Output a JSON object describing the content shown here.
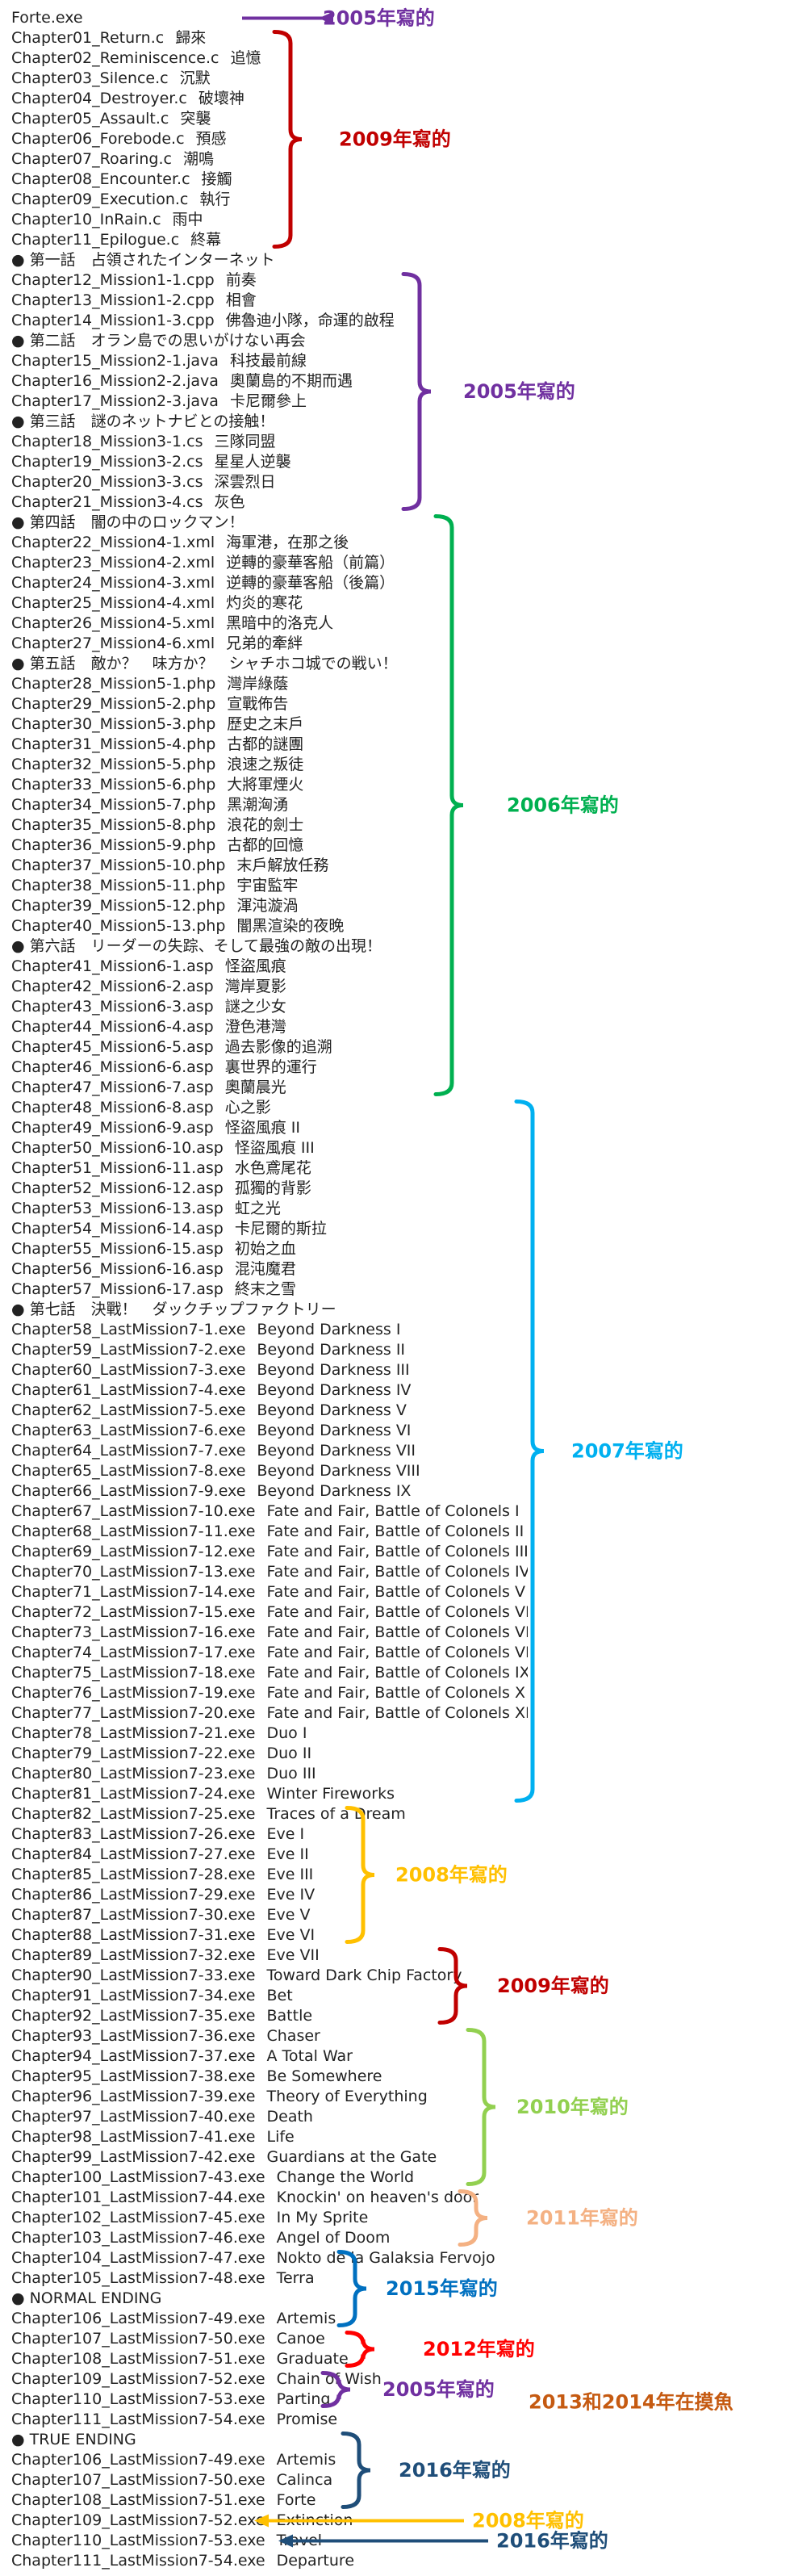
{
  "lines": [
    {
      "kind": "file",
      "file": "Forte.exe",
      "title": ""
    },
    {
      "kind": "file",
      "file": "Chapter01_Return.c",
      "title": "歸來"
    },
    {
      "kind": "file",
      "file": "Chapter02_Reminiscence.c",
      "title": "追憶"
    },
    {
      "kind": "file",
      "file": "Chapter03_Silence.c",
      "title": "沉默"
    },
    {
      "kind": "file",
      "file": "Chapter04_Destroyer.c",
      "title": "破壞神"
    },
    {
      "kind": "file",
      "file": "Chapter05_Assault.c",
      "title": "突襲"
    },
    {
      "kind": "file",
      "file": "Chapter06_Forebode.c",
      "title": "預感"
    },
    {
      "kind": "file",
      "file": "Chapter07_Roaring.c",
      "title": "潮鳴"
    },
    {
      "kind": "file",
      "file": "Chapter08_Encounter.c",
      "title": "接觸"
    },
    {
      "kind": "file",
      "file": "Chapter09_Execution.c",
      "title": "執行"
    },
    {
      "kind": "file",
      "file": "Chapter10_InRain.c",
      "title": "雨中"
    },
    {
      "kind": "file",
      "file": "Chapter11_Epilogue.c",
      "title": "終幕"
    },
    {
      "kind": "section",
      "text": "第一話　占領されたインターネット"
    },
    {
      "kind": "file",
      "file": "Chapter12_Mission1-1.cpp",
      "title": "前奏"
    },
    {
      "kind": "file",
      "file": "Chapter13_Mission1-2.cpp",
      "title": "相會"
    },
    {
      "kind": "file",
      "file": "Chapter14_Mission1-3.cpp",
      "title": "佛魯迪小隊，命運的啟程"
    },
    {
      "kind": "section",
      "text": "第二話　オラン島での思いがけない再会"
    },
    {
      "kind": "file",
      "file": "Chapter15_Mission2-1.java",
      "title": "科技最前線"
    },
    {
      "kind": "file",
      "file": "Chapter16_Mission2-2.java",
      "title": "奧蘭島的不期而遇"
    },
    {
      "kind": "file",
      "file": "Chapter17_Mission2-3.java",
      "title": "卡尼爾參上"
    },
    {
      "kind": "section",
      "text": "第三話　謎のネットナビとの接触！"
    },
    {
      "kind": "file",
      "file": "Chapter18_Mission3-1.cs",
      "title": "三隊同盟"
    },
    {
      "kind": "file",
      "file": "Chapter19_Mission3-2.cs",
      "title": "星星人逆襲"
    },
    {
      "kind": "file",
      "file": "Chapter20_Mission3-3.cs",
      "title": "深雲烈日"
    },
    {
      "kind": "file",
      "file": "Chapter21_Mission3-4.cs",
      "title": "灰色"
    },
    {
      "kind": "section",
      "text": "第四話　闇の中のロックマン！"
    },
    {
      "kind": "file",
      "file": "Chapter22_Mission4-1.xml",
      "title": "海軍港，在那之後"
    },
    {
      "kind": "file",
      "file": "Chapter23_Mission4-2.xml",
      "title": "逆轉的豪華客船（前篇）"
    },
    {
      "kind": "file",
      "file": "Chapter24_Mission4-3.xml",
      "title": "逆轉的豪華客船（後篇）"
    },
    {
      "kind": "file",
      "file": "Chapter25_Mission4-4.xml",
      "title": "灼炎的寒花"
    },
    {
      "kind": "file",
      "file": "Chapter26_Mission4-5.xml",
      "title": "黑暗中的洛克人"
    },
    {
      "kind": "file",
      "file": "Chapter27_Mission4-6.xml",
      "title": "兄弟的牽絆"
    },
    {
      "kind": "section",
      "text": "第五話　敵か？　味方か？　シャチホコ城での戦い！"
    },
    {
      "kind": "file",
      "file": "Chapter28_Mission5-1.php",
      "title": "灣岸綠蔭"
    },
    {
      "kind": "file",
      "file": "Chapter29_Mission5-2.php",
      "title": "宣戰佈告"
    },
    {
      "kind": "file",
      "file": "Chapter30_Mission5-3.php",
      "title": "歷史之末戶"
    },
    {
      "kind": "file",
      "file": "Chapter31_Mission5-4.php",
      "title": "古都的謎團"
    },
    {
      "kind": "file",
      "file": "Chapter32_Mission5-5.php",
      "title": "浪速之叛徒"
    },
    {
      "kind": "file",
      "file": "Chapter33_Mission5-6.php",
      "title": "大將軍煙火"
    },
    {
      "kind": "file",
      "file": "Chapter34_Mission5-7.php",
      "title": "黑潮洶湧"
    },
    {
      "kind": "file",
      "file": "Chapter35_Mission5-8.php",
      "title": "浪花的劍士"
    },
    {
      "kind": "file",
      "file": "Chapter36_Mission5-9.php",
      "title": "古都的回憶"
    },
    {
      "kind": "file",
      "file": "Chapter37_Mission5-10.php",
      "title": "末戶解放任務"
    },
    {
      "kind": "file",
      "file": "Chapter38_Mission5-11.php",
      "title": "宇宙監牢"
    },
    {
      "kind": "file",
      "file": "Chapter39_Mission5-12.php",
      "title": "渾沌漩渦"
    },
    {
      "kind": "file",
      "file": "Chapter40_Mission5-13.php",
      "title": "闇黑渲染的夜晚"
    },
    {
      "kind": "section",
      "text": "第六話　リーダーの失踪、そして最強の敵の出現！"
    },
    {
      "kind": "file",
      "file": "Chapter41_Mission6-1.asp",
      "title": "怪盜風痕"
    },
    {
      "kind": "file",
      "file": "Chapter42_Mission6-2.asp",
      "title": "灣岸夏影"
    },
    {
      "kind": "file",
      "file": "Chapter43_Mission6-3.asp",
      "title": "謎之少女"
    },
    {
      "kind": "file",
      "file": "Chapter44_Mission6-4.asp",
      "title": "澄色港灣"
    },
    {
      "kind": "file",
      "file": "Chapter45_Mission6-5.asp",
      "title": "過去影像的追溯"
    },
    {
      "kind": "file",
      "file": "Chapter46_Mission6-6.asp",
      "title": "裏世界的運行"
    },
    {
      "kind": "file",
      "file": "Chapter47_Mission6-7.asp",
      "title": "奧蘭晨光"
    },
    {
      "kind": "file",
      "file": "Chapter48_Mission6-8.asp",
      "title": "心之影"
    },
    {
      "kind": "file",
      "file": "Chapter49_Mission6-9.asp",
      "title": "怪盜風痕 II"
    },
    {
      "kind": "file",
      "file": "Chapter50_Mission6-10.asp",
      "title": "怪盜風痕 III"
    },
    {
      "kind": "file",
      "file": "Chapter51_Mission6-11.asp",
      "title": "水色鳶尾花"
    },
    {
      "kind": "file",
      "file": "Chapter52_Mission6-12.asp",
      "title": "孤獨的背影"
    },
    {
      "kind": "file",
      "file": "Chapter53_Mission6-13.asp",
      "title": "虹之光"
    },
    {
      "kind": "file",
      "file": "Chapter54_Mission6-14.asp",
      "title": "卡尼爾的斯拉"
    },
    {
      "kind": "file",
      "file": "Chapter55_Mission6-15.asp",
      "title": "初始之血"
    },
    {
      "kind": "file",
      "file": "Chapter56_Mission6-16.asp",
      "title": "混沌魔君"
    },
    {
      "kind": "file",
      "file": "Chapter57_Mission6-17.asp",
      "title": "終末之雪"
    },
    {
      "kind": "section",
      "text": "第七話　決戰！　ダックチップファクトリー"
    },
    {
      "kind": "file",
      "file": "Chapter58_LastMission7-1.exe",
      "title": "Beyond Darkness I"
    },
    {
      "kind": "file",
      "file": "Chapter59_LastMission7-2.exe",
      "title": "Beyond Darkness II"
    },
    {
      "kind": "file",
      "file": "Chapter60_LastMission7-3.exe",
      "title": "Beyond Darkness III"
    },
    {
      "kind": "file",
      "file": "Chapter61_LastMission7-4.exe",
      "title": "Beyond Darkness IV"
    },
    {
      "kind": "file",
      "file": "Chapter62_LastMission7-5.exe",
      "title": "Beyond Darkness V"
    },
    {
      "kind": "file",
      "file": "Chapter63_LastMission7-6.exe",
      "title": "Beyond Darkness VI"
    },
    {
      "kind": "file",
      "file": "Chapter64_LastMission7-7.exe",
      "title": "Beyond Darkness VII"
    },
    {
      "kind": "file",
      "file": "Chapter65_LastMission7-8.exe",
      "title": "Beyond Darkness VIII"
    },
    {
      "kind": "file",
      "file": "Chapter66_LastMission7-9.exe",
      "title": "Beyond Darkness IX"
    },
    {
      "kind": "file",
      "file": "Chapter67_LastMission7-10.exe",
      "title": "Fate and Fair, Battle of Colonels I"
    },
    {
      "kind": "file",
      "file": "Chapter68_LastMission7-11.exe",
      "title": "Fate and Fair, Battle of Colonels II"
    },
    {
      "kind": "file",
      "file": "Chapter69_LastMission7-12.exe",
      "title": "Fate and Fair, Battle of Colonels III"
    },
    {
      "kind": "file",
      "file": "Chapter70_LastMission7-13.exe",
      "title": "Fate and Fair, Battle of Colonels IV"
    },
    {
      "kind": "file",
      "file": "Chapter71_LastMission7-14.exe",
      "title": "Fate and Fair, Battle of Colonels V"
    },
    {
      "kind": "file",
      "file": "Chapter72_LastMission7-15.exe",
      "title": "Fate and Fair, Battle of Colonels VI"
    },
    {
      "kind": "file",
      "file": "Chapter73_LastMission7-16.exe",
      "title": "Fate and Fair, Battle of Colonels VII"
    },
    {
      "kind": "file",
      "file": "Chapter74_LastMission7-17.exe",
      "title": "Fate and Fair, Battle of Colonels VIII"
    },
    {
      "kind": "file",
      "file": "Chapter75_LastMission7-18.exe",
      "title": "Fate and Fair, Battle of Colonels IX"
    },
    {
      "kind": "file",
      "file": "Chapter76_LastMission7-19.exe",
      "title": "Fate and Fair, Battle of Colonels X"
    },
    {
      "kind": "file",
      "file": "Chapter77_LastMission7-20.exe",
      "title": "Fate and Fair, Battle of Colonels XI"
    },
    {
      "kind": "file",
      "file": "Chapter78_LastMission7-21.exe",
      "title": "Duo I"
    },
    {
      "kind": "file",
      "file": "Chapter79_LastMission7-22.exe",
      "title": "Duo II"
    },
    {
      "kind": "file",
      "file": "Chapter80_LastMission7-23.exe",
      "title": "Duo III"
    },
    {
      "kind": "file",
      "file": "Chapter81_LastMission7-24.exe",
      "title": "Winter Fireworks"
    },
    {
      "kind": "file",
      "file": "Chapter82_LastMission7-25.exe",
      "title": "Traces of a Dream"
    },
    {
      "kind": "file",
      "file": "Chapter83_LastMission7-26.exe",
      "title": "Eve I"
    },
    {
      "kind": "file",
      "file": "Chapter84_LastMission7-27.exe",
      "title": "Eve II"
    },
    {
      "kind": "file",
      "file": "Chapter85_LastMission7-28.exe",
      "title": "Eve III"
    },
    {
      "kind": "file",
      "file": "Chapter86_LastMission7-29.exe",
      "title": "Eve IV"
    },
    {
      "kind": "file",
      "file": "Chapter87_LastMission7-30.exe",
      "title": "Eve V"
    },
    {
      "kind": "file",
      "file": "Chapter88_LastMission7-31.exe",
      "title": "Eve VI"
    },
    {
      "kind": "file",
      "file": "Chapter89_LastMission7-32.exe",
      "title": "Eve VII"
    },
    {
      "kind": "file",
      "file": "Chapter90_LastMission7-33.exe",
      "title": "Toward Dark Chip Factory"
    },
    {
      "kind": "file",
      "file": "Chapter91_LastMission7-34.exe",
      "title": "Bet"
    },
    {
      "kind": "file",
      "file": "Chapter92_LastMission7-35.exe",
      "title": "Battle"
    },
    {
      "kind": "file",
      "file": "Chapter93_LastMission7-36.exe",
      "title": "Chaser"
    },
    {
      "kind": "file",
      "file": "Chapter94_LastMission7-37.exe",
      "title": "A Total War"
    },
    {
      "kind": "file",
      "file": "Chapter95_LastMission7-38.exe",
      "title": "Be Somewhere"
    },
    {
      "kind": "file",
      "file": "Chapter96_LastMission7-39.exe",
      "title": "Theory of Everything"
    },
    {
      "kind": "file",
      "file": "Chapter97_LastMission7-40.exe",
      "title": "Death"
    },
    {
      "kind": "file",
      "file": "Chapter98_LastMission7-41.exe",
      "title": "Life"
    },
    {
      "kind": "file",
      "file": "Chapter99_LastMission7-42.exe",
      "title": "Guardians at the Gate"
    },
    {
      "kind": "file",
      "file": "Chapter100_LastMission7-43.exe",
      "title": "Change the World"
    },
    {
      "kind": "file",
      "file": "Chapter101_LastMission7-44.exe",
      "title": "Knockin' on heaven's door"
    },
    {
      "kind": "file",
      "file": "Chapter102_LastMission7-45.exe",
      "title": "In My Sprite"
    },
    {
      "kind": "file",
      "file": "Chapter103_LastMission7-46.exe",
      "title": "Angel of Doom"
    },
    {
      "kind": "file",
      "file": "Chapter104_LastMission7-47.exe",
      "title": "Nokto de la Galaksia Fervojo"
    },
    {
      "kind": "file",
      "file": "Chapter105_LastMission7-48.exe",
      "title": "Terra"
    },
    {
      "kind": "section",
      "text": "NORMAL ENDING"
    },
    {
      "kind": "file",
      "file": "Chapter106_LastMission7-49.exe",
      "title": "Artemis"
    },
    {
      "kind": "file",
      "file": "Chapter107_LastMission7-50.exe",
      "title": "Canoe"
    },
    {
      "kind": "file",
      "file": "Chapter108_LastMission7-51.exe",
      "title": "Graduate"
    },
    {
      "kind": "file",
      "file": "Chapter109_LastMission7-52.exe",
      "title": "Chain of Wish"
    },
    {
      "kind": "file",
      "file": "Chapter110_LastMission7-53.exe",
      "title": "Parting"
    },
    {
      "kind": "file",
      "file": "Chapter111_LastMission7-54.exe",
      "title": "Promise"
    },
    {
      "kind": "section",
      "text": "TRUE ENDING"
    },
    {
      "kind": "file",
      "file": "Chapter106_LastMission7-49.exe",
      "title": "Artemis"
    },
    {
      "kind": "file",
      "file": "Chapter107_LastMission7-50.exe",
      "title": "Calinca"
    },
    {
      "kind": "file",
      "file": "Chapter108_LastMission7-51.exe",
      "title": "Forte"
    },
    {
      "kind": "file",
      "file": "Chapter109_LastMission7-52.exe",
      "title": "Extinction"
    },
    {
      "kind": "file",
      "file": "Chapter110_LastMission7-53.exe",
      "title": "Travel"
    },
    {
      "kind": "file",
      "file": "Chapter111_LastMission7-54.exe",
      "title": "Departure"
    }
  ],
  "bullet_glyph": "●",
  "annotations": [
    {
      "label": "2005年寫的",
      "color": "#7030a0",
      "shape": "arrow",
      "from_line": 0,
      "to_line": 0
    },
    {
      "label": "2009年寫的",
      "color": "#c00000",
      "shape": "brace",
      "from_line": 1,
      "to_line": 11
    },
    {
      "label": "2005年寫的",
      "color": "#7030a0",
      "shape": "brace",
      "from_line": 13,
      "to_line": 24
    },
    {
      "label": "2006年寫的",
      "color": "#00b050",
      "shape": "brace",
      "from_line": 25,
      "to_line": 53
    },
    {
      "label": "2007年寫的",
      "color": "#00b0f0",
      "shape": "brace",
      "from_line": 54,
      "to_line": 88
    },
    {
      "label": "2008年寫的",
      "color": "#ffc000",
      "shape": "brace",
      "from_line": 89,
      "to_line": 95
    },
    {
      "label": "2009年寫的",
      "color": "#c00000",
      "shape": "brace",
      "from_line": 96,
      "to_line": 99
    },
    {
      "label": "2010年寫的",
      "color": "#92d050",
      "shape": "brace",
      "from_line": 100,
      "to_line": 107
    },
    {
      "label": "2011年寫的",
      "color": "#f4b183",
      "shape": "brace",
      "from_line": 108,
      "to_line": 110
    },
    {
      "label": "2015年寫的",
      "color": "#0070c0",
      "shape": "brace",
      "from_line": 111,
      "to_line": 114
    },
    {
      "label": "2012年寫的",
      "color": "#ff0000",
      "shape": "brace",
      "from_line": 115,
      "to_line": 116
    },
    {
      "label": "2005年寫的",
      "color": "#7030a0",
      "shape": "brace",
      "from_line": 117,
      "to_line": 118
    },
    {
      "label": "2016年寫的",
      "color": "#1f4e79",
      "shape": "brace",
      "from_line": 120,
      "to_line": 123
    },
    {
      "label": "2008年寫的",
      "color": "#ffc000",
      "shape": "arrow",
      "from_line": 124,
      "to_line": 124
    },
    {
      "label": "2016年寫的",
      "color": "#1f4e79",
      "shape": "arrow",
      "from_line": 125,
      "to_line": 125
    }
  ],
  "note": {
    "label": "2013和2014年在摸魚",
    "color": "#c55a11"
  }
}
